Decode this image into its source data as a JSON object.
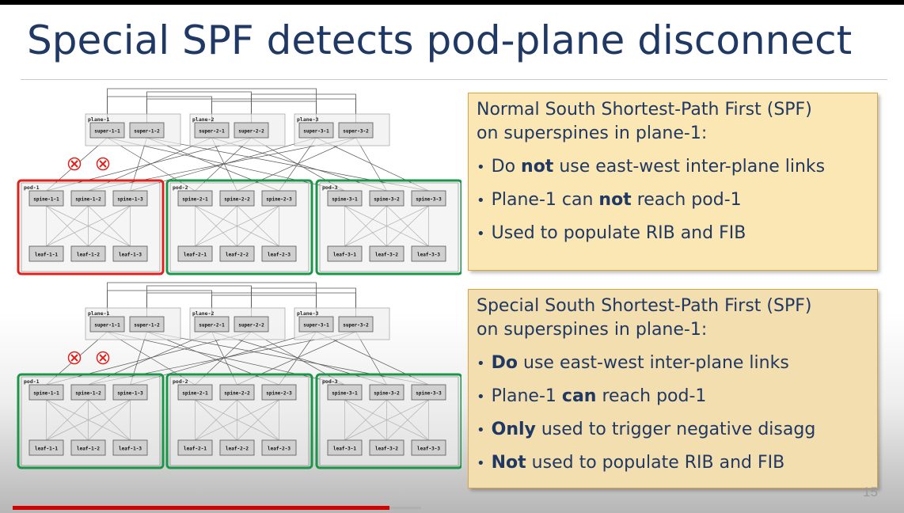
{
  "slide": {
    "title": "Special SPF detects pod-plane disconnect",
    "slide_number": "15",
    "progress_fraction": 0.43
  },
  "callouts": [
    {
      "heading_line1": "Normal South Shortest-Path First (SPF)",
      "heading_line2": "on superspines in plane-1:",
      "bullets": [
        {
          "pre": "Do ",
          "bold": "not",
          "post": " use east-west inter-plane links"
        },
        {
          "pre": "Plane-1 can ",
          "bold": "not",
          "post": " reach pod-1"
        },
        {
          "pre": "Used to populate RIB and FIB",
          "bold": "",
          "post": ""
        }
      ]
    },
    {
      "heading_line1": "Special South Shortest-Path First (SPF)",
      "heading_line2": "on superspines in plane-1:",
      "bullets": [
        {
          "pre": "",
          "bold": "Do",
          "post": " use east-west inter-plane links"
        },
        {
          "pre": "Plane-1 ",
          "bold": "can",
          "post": " reach pod-1"
        },
        {
          "pre": "",
          "bold": "Only",
          "post": " used to trigger negative disagg"
        },
        {
          "pre": "",
          "bold": "Not",
          "post": " used to populate RIB and FIB"
        }
      ]
    }
  ],
  "diagram": {
    "planes": [
      {
        "label": "plane-1",
        "nodes": [
          "super-1-1",
          "super-1-2"
        ]
      },
      {
        "label": "plane-2",
        "nodes": [
          "super-2-1",
          "super-2-2"
        ]
      },
      {
        "label": "plane-3",
        "nodes": [
          "super-3-1",
          "super-3-2"
        ]
      }
    ],
    "pods": [
      {
        "label": "pod-1",
        "spines": [
          "spine-1-1",
          "spine-1-2",
          "spine-1-3"
        ],
        "leaves": [
          "leaf-1-1",
          "leaf-1-2",
          "leaf-1-3"
        ]
      },
      {
        "label": "pod-2",
        "spines": [
          "spine-2-1",
          "spine-2-2",
          "spine-2-3"
        ],
        "leaves": [
          "leaf-2-1",
          "leaf-2-2",
          "leaf-2-3"
        ]
      },
      {
        "label": "pod-3",
        "spines": [
          "spine-3-1",
          "spine-3-2",
          "spine-3-3"
        ],
        "leaves": [
          "leaf-3-1",
          "leaf-3-2",
          "leaf-3-3"
        ]
      }
    ],
    "colors": {
      "broken": "#e0201a",
      "reachable": "#1a9648",
      "unreachable": "#e0201a",
      "node_fill": "#d0d0d0"
    },
    "diagram1_pod_status": [
      "unreachable",
      "reachable",
      "reachable"
    ],
    "diagram2_pod_status": [
      "reachable",
      "reachable",
      "reachable"
    ],
    "broken_link_icon": "x-circle-icon"
  }
}
